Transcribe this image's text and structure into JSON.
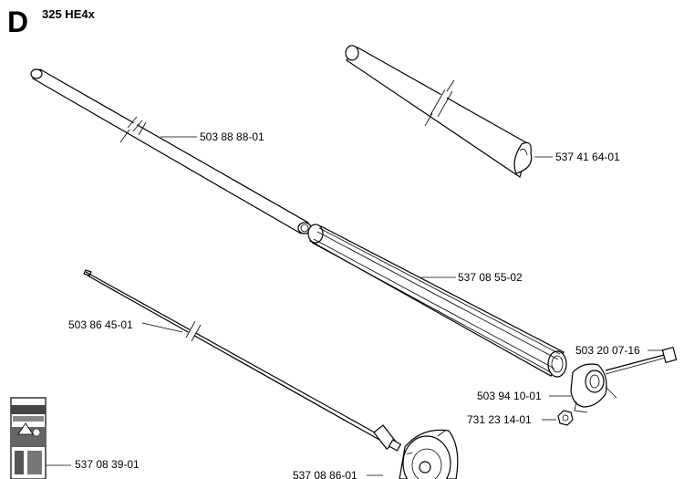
{
  "header": {
    "section_letter": "D",
    "model": "325 HE4x"
  },
  "parts": [
    {
      "id": "tube-upper-left",
      "number": "503 88 88-01"
    },
    {
      "id": "tube-upper-right",
      "number": "537 41 64-01"
    },
    {
      "id": "grip-sleeve",
      "number": "537 08 55-02"
    },
    {
      "id": "drive-shaft",
      "number": "503 86 45-01"
    },
    {
      "id": "screw",
      "number": "503 20 07-16"
    },
    {
      "id": "clamp",
      "number": "503 94 10-01"
    },
    {
      "id": "nut",
      "number": "731 23 14-01"
    },
    {
      "id": "warning-decal",
      "number": "537 08 39-01"
    },
    {
      "id": "gear-housing",
      "number": "537 08 86-01"
    }
  ]
}
